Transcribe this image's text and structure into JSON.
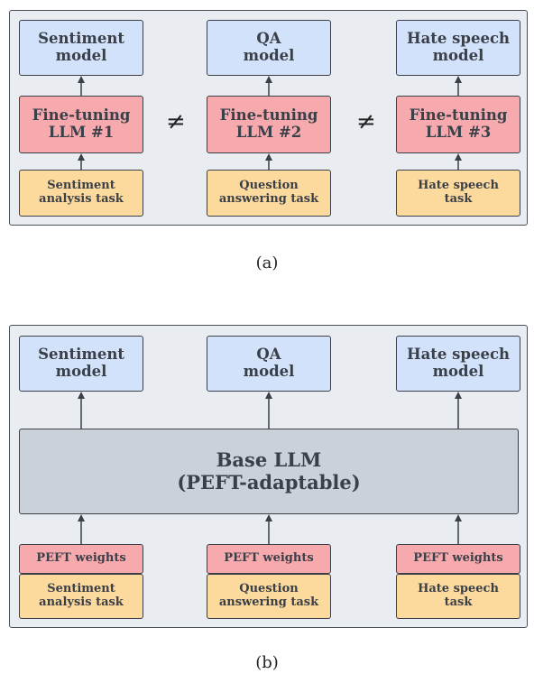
{
  "panel_a": {
    "columns": [
      {
        "model": "Sentiment\nmodel",
        "finetune": "Fine-tuning\nLLM #1",
        "task": "Sentiment\nanalysis task"
      },
      {
        "model": "QA\nmodel",
        "finetune": "Fine-tuning\nLLM #2",
        "task": "Question\nanswering task"
      },
      {
        "model": "Hate speech\nmodel",
        "finetune": "Fine-tuning\nLLM #3",
        "task": "Hate speech\ntask"
      }
    ],
    "not_equal_symbol": "≠",
    "caption": "(a)"
  },
  "panel_b": {
    "models": [
      "Sentiment\nmodel",
      "QA\nmodel",
      "Hate speech\nmodel"
    ],
    "base_llm": "Base LLM\n(PEFT-adaptable)",
    "peft_label": "PEFT weights",
    "tasks": [
      "Sentiment\nanalysis task",
      "Question\nanswering task",
      "Hate speech\ntask"
    ],
    "caption": "(b)"
  },
  "colors": {
    "panel_bg": "#e9ecf1",
    "model_box": "#d2e2fb",
    "finetune_box": "#f6aaad",
    "task_box": "#fcd99c",
    "base_box": "#cbd1d8",
    "outline": "#3a3f48"
  }
}
